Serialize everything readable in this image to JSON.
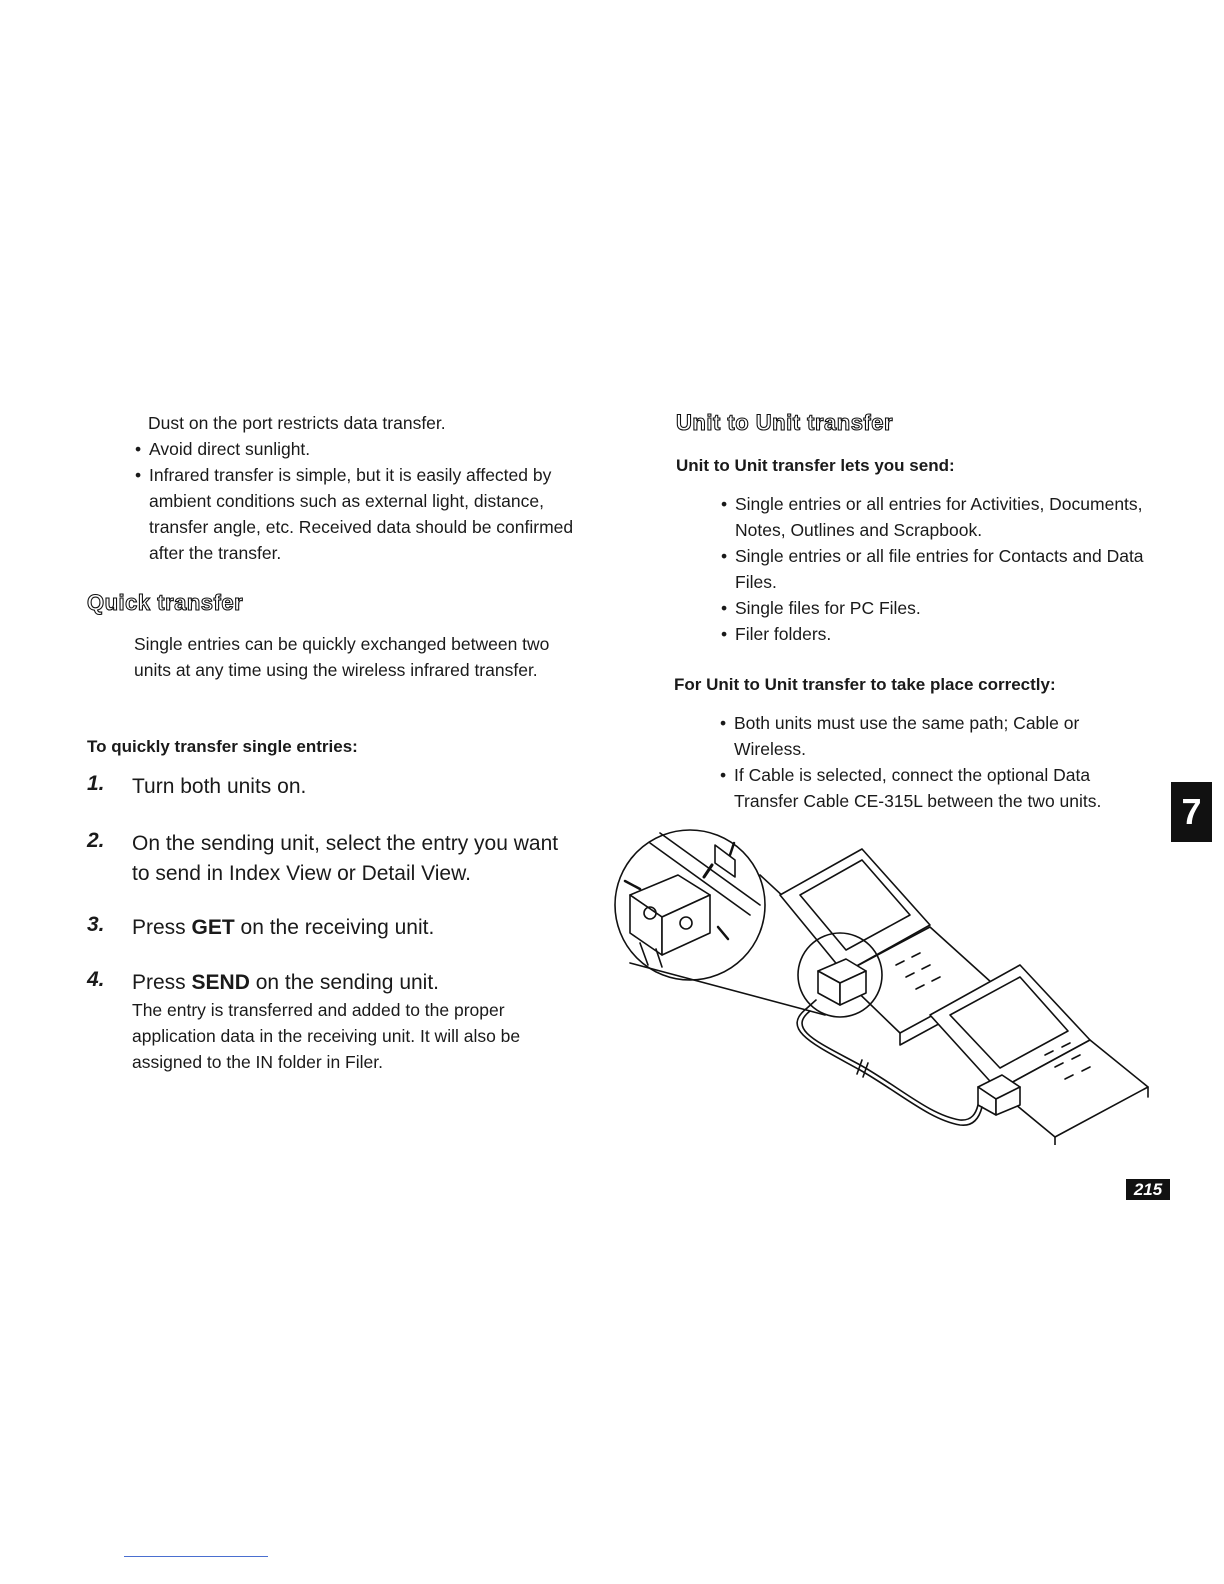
{
  "left": {
    "intro_lines": [
      "Dust on the port restricts data transfer."
    ],
    "bullets": [
      "Avoid direct sunlight.",
      "Infrared transfer is simple, but it is easily affected by ambient conditions such as external light, distance, transfer angle, etc. Received data should be confirmed after the transfer."
    ],
    "quick_title": "Quick transfer",
    "quick_body": "Single entries can be quickly exchanged between two units at any time using the wireless infrared transfer.",
    "steps_heading": "To quickly transfer single entries:",
    "steps": [
      {
        "num": "1.",
        "title": "Turn both units on."
      },
      {
        "num": "2.",
        "title": "On the sending unit, select the entry you want to send in Index View or Detail View."
      },
      {
        "num": "3.",
        "title_pre": "Press ",
        "title_bold": "GET",
        "title_post": " on the receiving unit."
      },
      {
        "num": "4.",
        "title_pre": "Press ",
        "title_bold": "SEND",
        "title_post": " on the sending unit.",
        "note": "The entry is transferred and added to the proper application data in the receiving unit. It will also be assigned to the IN folder in Filer."
      }
    ]
  },
  "right": {
    "title": "Unit to Unit transfer",
    "send_heading": "Unit to Unit transfer lets you send:",
    "send_items": [
      "Single entries or all entries for Activities, Documents, Notes, Outlines and Scrapbook.",
      "Single entries or all file entries for Contacts and Data Files.",
      "Single files for PC Files.",
      "Filer folders."
    ],
    "correct_heading": "For Unit to Unit transfer to take place correctly:",
    "correct_items": [
      "Both units must use the same path; Cable or Wireless.",
      "If Cable is selected, connect the optional Data Transfer Cable CE-315L between the two units."
    ]
  },
  "chapter_tab": "7",
  "page_number": "215",
  "icons": {
    "illustration": "two-units-connected-by-cable-illustration"
  }
}
